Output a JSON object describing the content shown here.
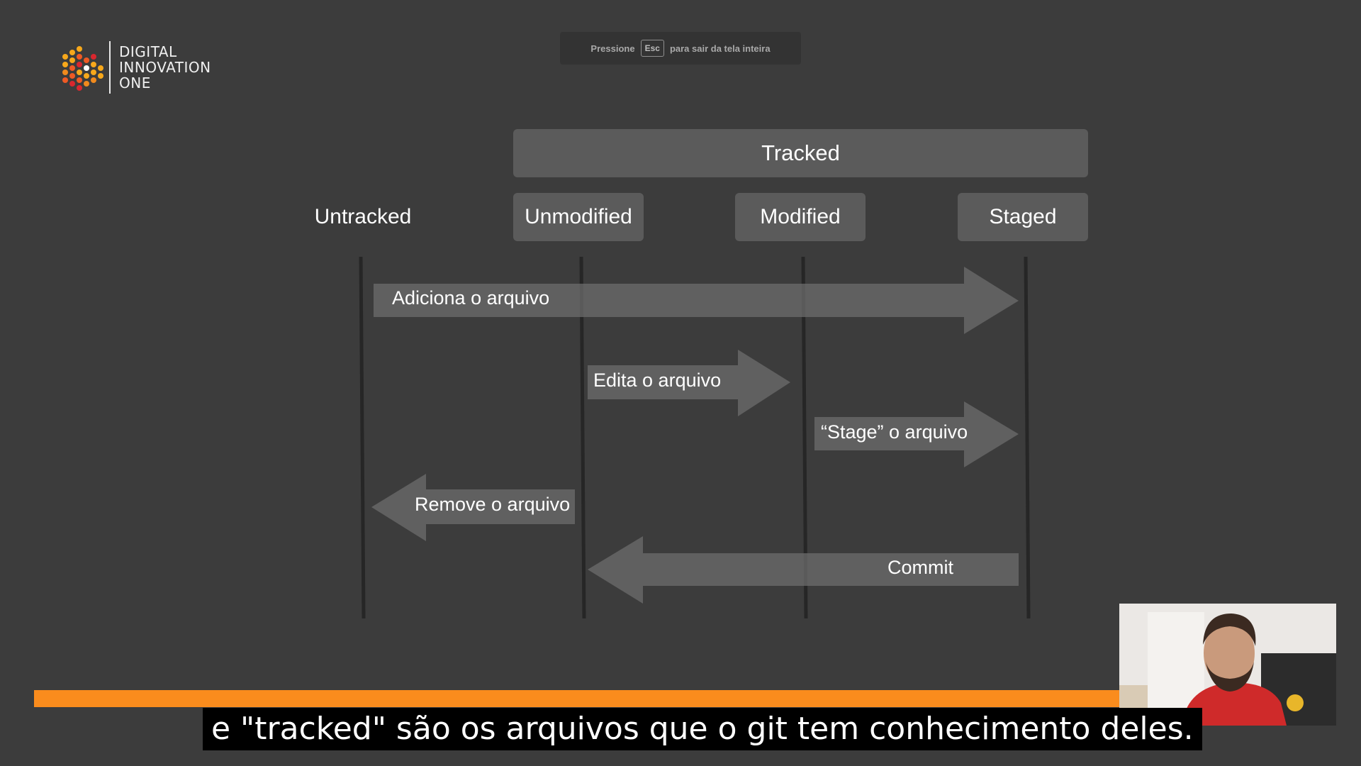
{
  "brand": {
    "line1": "DIGITAL",
    "line2": "INNOVATION",
    "line3": "ONE",
    "colors": [
      "#f7a81b",
      "#ef5a24",
      "#d9272e"
    ]
  },
  "fullscreen_notice": {
    "before": "Pressione",
    "key": "Esc",
    "after": "para sair da tela inteira"
  },
  "diagram": {
    "group_label": "Tracked",
    "states": {
      "untracked": "Untracked",
      "unmodified": "Unmodified",
      "modified": "Modified",
      "staged": "Staged"
    },
    "arrows": {
      "add": "Adiciona o arquivo",
      "edit": "Edita o arquivo",
      "stage": "“Stage” o arquivo",
      "remove": "Remove o arquivo",
      "commit": "Commit"
    }
  },
  "player": {
    "progress_color": "#fa8c1d"
  },
  "subtitle": "e \"tracked\" são os arquivos que o git tem conhecimento deles."
}
